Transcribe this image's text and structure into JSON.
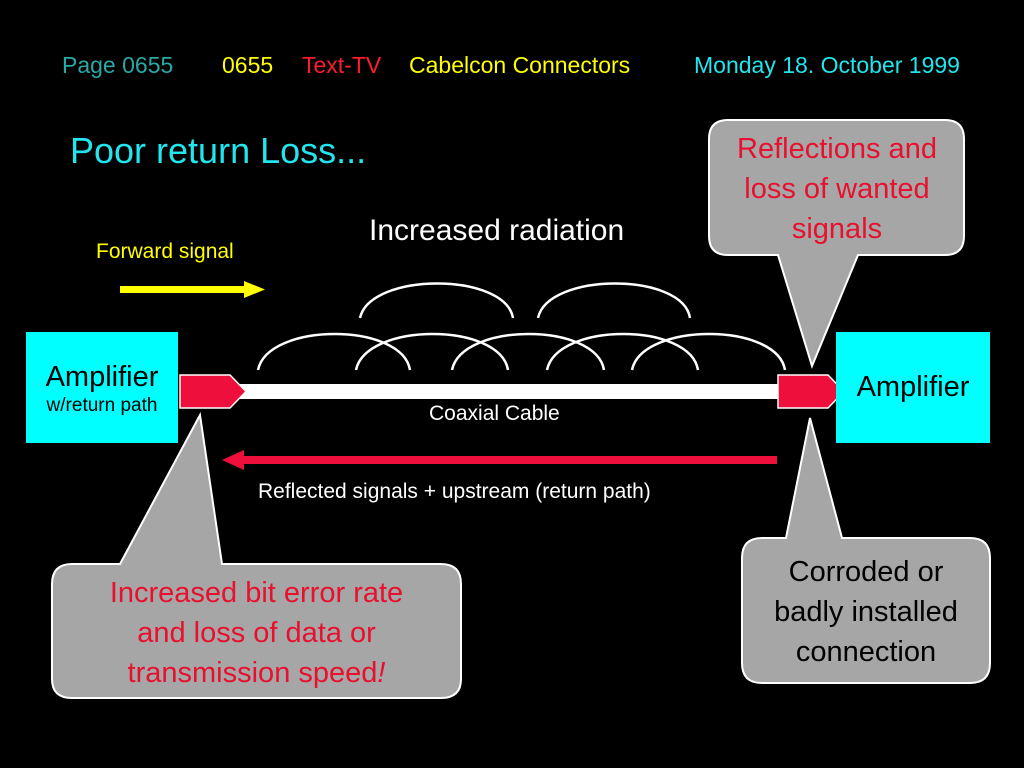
{
  "header": {
    "page": "Page 0655",
    "number": "0655",
    "service": "Text-TV",
    "topic": "Cabelcon Connectors",
    "date": "Monday 18. October 1999"
  },
  "title": "Poor return Loss...",
  "forward_signal": "Forward signal",
  "increased_radiation": "Increased radiation",
  "amplifier_left": {
    "line1": "Amplifier",
    "line2": "w/return path"
  },
  "amplifier_right": "Amplifier",
  "coaxial_cable": "Coaxial Cable",
  "reflected_signals": "Reflected signals + upstream (return path)",
  "callouts": {
    "reflections": [
      "Reflections and",
      "loss of wanted",
      "signals"
    ],
    "bit_error": [
      "Increased bit error rate",
      "and loss of data or",
      "transmission speed"
    ],
    "bit_error_emphasis": "!",
    "corroded": [
      "Corroded or",
      "badly installed",
      "connection"
    ]
  },
  "colors": {
    "background": "#000000",
    "header_teal": "#2aa7a7",
    "header_yellow": "#ffff00",
    "header_red": "#ff1a2e",
    "header_cyan": "#22e5ee",
    "amplifier_fill": "#00ffff",
    "connector_red": "#ef0f3c",
    "arrow_yellow": "#ffff00",
    "arrow_red": "#ef0f3c",
    "callout_fill": "#a6a6a6",
    "callout_text_red": "#e8102e"
  }
}
